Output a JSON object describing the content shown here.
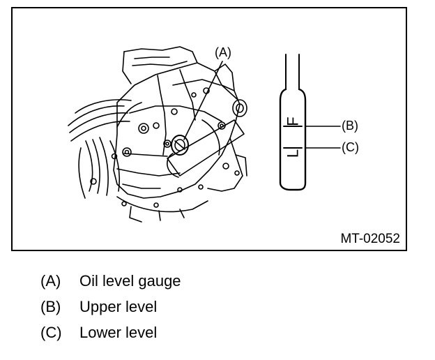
{
  "figure": {
    "figure_id": "MT-02052",
    "callouts": {
      "a": "(A)",
      "b": "(B)",
      "c": "(C)"
    },
    "gauge_marks": {
      "upper": "F",
      "lower": "L"
    }
  },
  "legend": [
    {
      "key": "(A)",
      "text": "Oil level gauge"
    },
    {
      "key": "(B)",
      "text": "Upper level"
    },
    {
      "key": "(C)",
      "text": "Lower level"
    }
  ]
}
